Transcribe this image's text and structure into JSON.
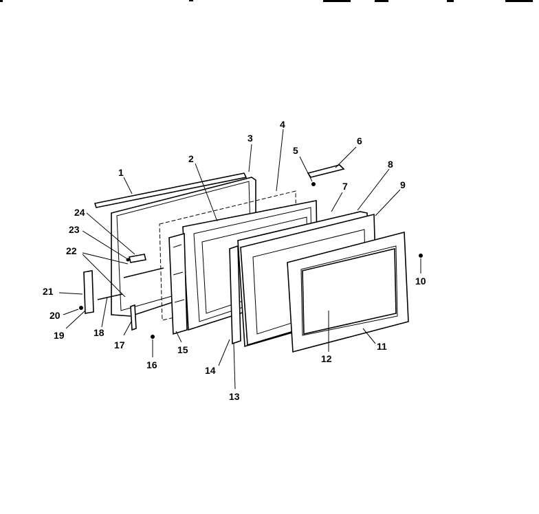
{
  "diagram": {
    "part_labels": [
      "1",
      "2",
      "3",
      "4",
      "5",
      "6",
      "7",
      "8",
      "9",
      "10",
      "11",
      "12",
      "13",
      "14",
      "15",
      "16",
      "17",
      "18",
      "19",
      "20",
      "21",
      "22",
      "23",
      "24"
    ]
  }
}
